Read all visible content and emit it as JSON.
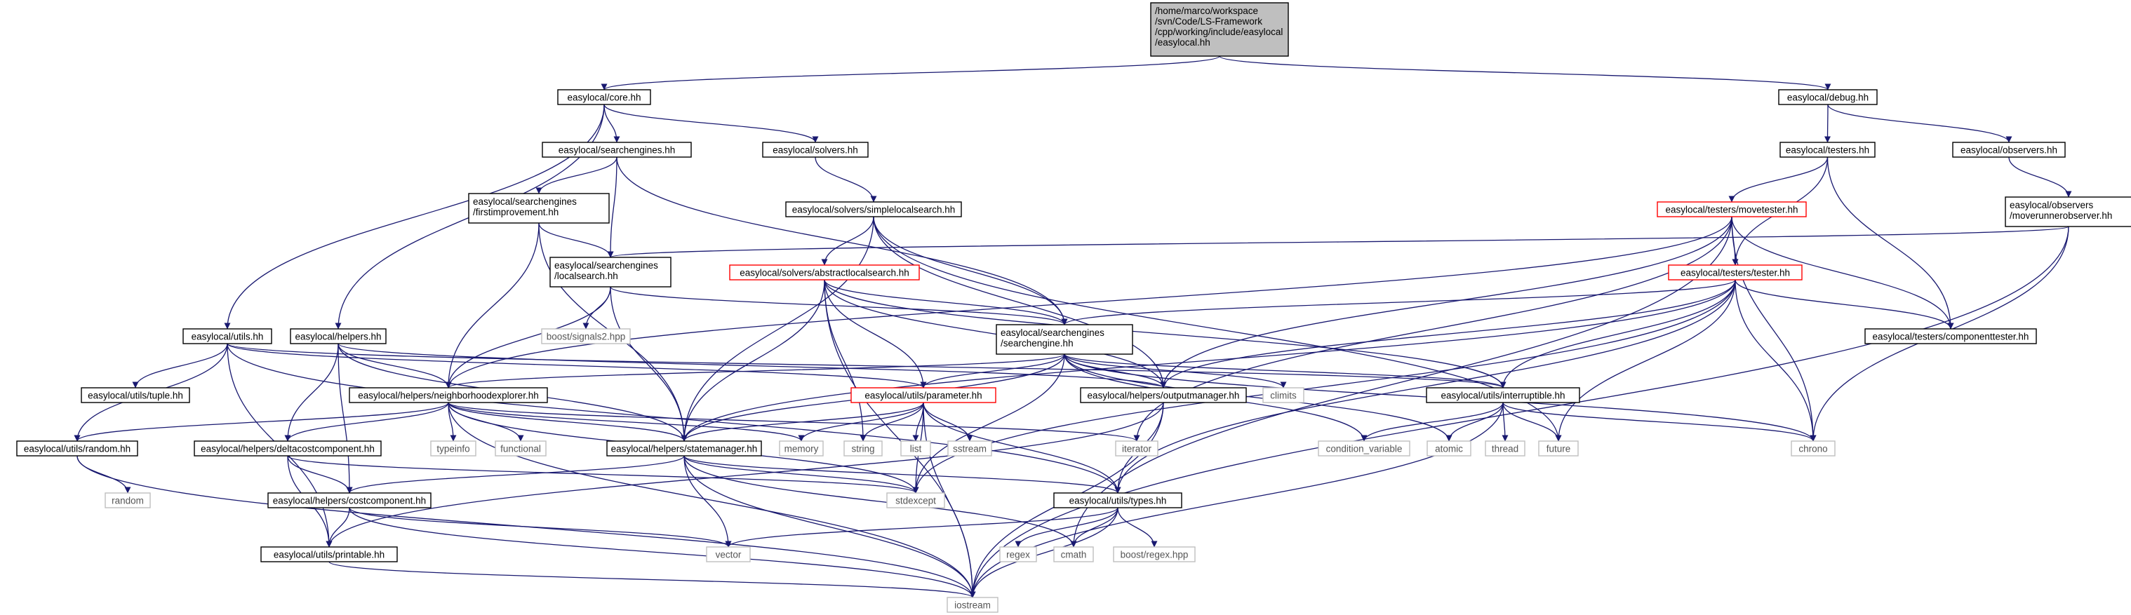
{
  "colors": {
    "edge": "#191970",
    "root_fill": "#bfbfbf",
    "linked_border": "#000000",
    "undocumented_border": "#ff0000",
    "system_border": "#bfbfbf",
    "system_text": "#555555"
  },
  "nodes": [
    {
      "id": "root",
      "kind": "root",
      "lines": [
        "/home/marco/workspace",
        "/svn/Code/LS-Framework",
        "/cpp/working/include/easylocal",
        "/easylocal.hh"
      ]
    },
    {
      "id": "core",
      "kind": "linked",
      "lines": [
        "easylocal/core.hh"
      ]
    },
    {
      "id": "debug",
      "kind": "linked",
      "lines": [
        "easylocal/debug.hh"
      ]
    },
    {
      "id": "searchengines",
      "kind": "linked",
      "lines": [
        "easylocal/searchengines.hh"
      ]
    },
    {
      "id": "solvers",
      "kind": "linked",
      "lines": [
        "easylocal/solvers.hh"
      ]
    },
    {
      "id": "testers",
      "kind": "linked",
      "lines": [
        "easylocal/testers.hh"
      ]
    },
    {
      "id": "observers",
      "kind": "linked",
      "lines": [
        "easylocal/observers.hh"
      ]
    },
    {
      "id": "firstimprovement",
      "kind": "linked",
      "lines": [
        "easylocal/searchengines",
        "/firstimprovement.hh"
      ]
    },
    {
      "id": "simplelocalsearch",
      "kind": "linked",
      "lines": [
        "easylocal/solvers/simplelocalsearch.hh"
      ]
    },
    {
      "id": "movetester",
      "kind": "undocumented",
      "lines": [
        "easylocal/testers/movetester.hh"
      ]
    },
    {
      "id": "moverunnerobserver",
      "kind": "linked",
      "lines": [
        "easylocal/observers",
        "/moverunnerobserver.hh"
      ]
    },
    {
      "id": "localsearch",
      "kind": "linked",
      "lines": [
        "easylocal/searchengines",
        "/localsearch.hh"
      ]
    },
    {
      "id": "abstractlocalsearch",
      "kind": "undocumented",
      "lines": [
        "easylocal/solvers/abstractlocalsearch.hh"
      ]
    },
    {
      "id": "tester",
      "kind": "undocumented",
      "lines": [
        "easylocal/testers/tester.hh"
      ]
    },
    {
      "id": "utils",
      "kind": "linked",
      "lines": [
        "easylocal/utils.hh"
      ]
    },
    {
      "id": "helpers",
      "kind": "linked",
      "lines": [
        "easylocal/helpers.hh"
      ]
    },
    {
      "id": "boostsignals",
      "kind": "system",
      "lines": [
        "boost/signals2.hpp"
      ]
    },
    {
      "id": "searchengine",
      "kind": "linked",
      "lines": [
        "easylocal/searchengines",
        "/searchengine.hh"
      ]
    },
    {
      "id": "componenttester",
      "kind": "linked",
      "lines": [
        "easylocal/testers/componenttester.hh"
      ]
    },
    {
      "id": "tuple",
      "kind": "linked",
      "lines": [
        "easylocal/utils/tuple.hh"
      ]
    },
    {
      "id": "neighborhoodexplorer",
      "kind": "linked",
      "lines": [
        "easylocal/helpers/neighborhoodexplorer.hh"
      ]
    },
    {
      "id": "parameter",
      "kind": "undocumented",
      "lines": [
        "easylocal/utils/parameter.hh"
      ]
    },
    {
      "id": "outputmanager",
      "kind": "linked",
      "lines": [
        "easylocal/helpers/outputmanager.hh"
      ]
    },
    {
      "id": "climits",
      "kind": "system",
      "lines": [
        "climits"
      ]
    },
    {
      "id": "interruptible",
      "kind": "linked",
      "lines": [
        "easylocal/utils/interruptible.hh"
      ]
    },
    {
      "id": "random_hh",
      "kind": "linked",
      "lines": [
        "easylocal/utils/random.hh"
      ]
    },
    {
      "id": "deltacostcomponent",
      "kind": "linked",
      "lines": [
        "easylocal/helpers/deltacostcomponent.hh"
      ]
    },
    {
      "id": "typeinfo",
      "kind": "system",
      "lines": [
        "typeinfo"
      ]
    },
    {
      "id": "functional",
      "kind": "system",
      "lines": [
        "functional"
      ]
    },
    {
      "id": "statemanager",
      "kind": "linked",
      "lines": [
        "easylocal/helpers/statemanager.hh"
      ]
    },
    {
      "id": "memory",
      "kind": "system",
      "lines": [
        "memory"
      ]
    },
    {
      "id": "string",
      "kind": "system",
      "lines": [
        "string"
      ]
    },
    {
      "id": "list",
      "kind": "system",
      "lines": [
        "list"
      ]
    },
    {
      "id": "sstream",
      "kind": "system",
      "lines": [
        "sstream"
      ]
    },
    {
      "id": "iterator",
      "kind": "system",
      "lines": [
        "iterator"
      ]
    },
    {
      "id": "condition_variable",
      "kind": "system",
      "lines": [
        "condition_variable"
      ]
    },
    {
      "id": "atomic",
      "kind": "system",
      "lines": [
        "atomic"
      ]
    },
    {
      "id": "thread",
      "kind": "system",
      "lines": [
        "thread"
      ]
    },
    {
      "id": "future",
      "kind": "system",
      "lines": [
        "future"
      ]
    },
    {
      "id": "chrono",
      "kind": "system",
      "lines": [
        "chrono"
      ]
    },
    {
      "id": "random",
      "kind": "system",
      "lines": [
        "random"
      ]
    },
    {
      "id": "costcomponent",
      "kind": "linked",
      "lines": [
        "easylocal/helpers/costcomponent.hh"
      ]
    },
    {
      "id": "stdexcept",
      "kind": "system",
      "lines": [
        "stdexcept"
      ]
    },
    {
      "id": "types",
      "kind": "linked",
      "lines": [
        "easylocal/utils/types.hh"
      ]
    },
    {
      "id": "vector",
      "kind": "system",
      "lines": [
        "vector"
      ]
    },
    {
      "id": "regex",
      "kind": "system",
      "lines": [
        "regex"
      ]
    },
    {
      "id": "cmath",
      "kind": "system",
      "lines": [
        "cmath"
      ]
    },
    {
      "id": "boostregex",
      "kind": "system",
      "lines": [
        "boost/regex.hpp"
      ]
    },
    {
      "id": "printable",
      "kind": "linked",
      "lines": [
        "easylocal/utils/printable.hh"
      ]
    },
    {
      "id": "iostream",
      "kind": "system",
      "lines": [
        "iostream"
      ]
    }
  ],
  "edges": [
    [
      "root",
      "core"
    ],
    [
      "root",
      "debug"
    ],
    [
      "core",
      "searchengines"
    ],
    [
      "core",
      "solvers"
    ],
    [
      "core",
      "utils"
    ],
    [
      "core",
      "helpers"
    ],
    [
      "debug",
      "testers"
    ],
    [
      "debug",
      "observers"
    ],
    [
      "searchengines",
      "firstimprovement"
    ],
    [
      "searchengines",
      "localsearch"
    ],
    [
      "searchengines",
      "searchengine"
    ],
    [
      "solvers",
      "simplelocalsearch"
    ],
    [
      "testers",
      "movetester"
    ],
    [
      "testers",
      "tester"
    ],
    [
      "testers",
      "componenttester"
    ],
    [
      "observers",
      "moverunnerobserver"
    ],
    [
      "firstimprovement",
      "localsearch"
    ],
    [
      "firstimprovement",
      "neighborhoodexplorer"
    ],
    [
      "firstimprovement",
      "statemanager"
    ],
    [
      "simplelocalsearch",
      "abstractlocalsearch"
    ],
    [
      "simplelocalsearch",
      "searchengine"
    ],
    [
      "simplelocalsearch",
      "statemanager"
    ],
    [
      "simplelocalsearch",
      "outputmanager"
    ],
    [
      "simplelocalsearch",
      "future"
    ],
    [
      "movetester",
      "tester"
    ],
    [
      "movetester",
      "componenttester"
    ],
    [
      "movetester",
      "neighborhoodexplorer"
    ],
    [
      "movetester",
      "outputmanager"
    ],
    [
      "movetester",
      "iterator"
    ],
    [
      "movetester",
      "chrono"
    ],
    [
      "movetester",
      "cmath"
    ],
    [
      "moverunnerobserver",
      "localsearch"
    ],
    [
      "moverunnerobserver",
      "chrono"
    ],
    [
      "moverunnerobserver",
      "iostream"
    ],
    [
      "localsearch",
      "searchengine"
    ],
    [
      "localsearch",
      "neighborhoodexplorer"
    ],
    [
      "localsearch",
      "statemanager"
    ],
    [
      "localsearch",
      "boostsignals"
    ],
    [
      "abstractlocalsearch",
      "searchengine"
    ],
    [
      "abstractlocalsearch",
      "parameter"
    ],
    [
      "abstractlocalsearch",
      "statemanager"
    ],
    [
      "abstractlocalsearch",
      "interruptible"
    ],
    [
      "abstractlocalsearch",
      "outputmanager"
    ],
    [
      "abstractlocalsearch",
      "string"
    ],
    [
      "abstractlocalsearch",
      "iostream"
    ],
    [
      "tester",
      "searchengine"
    ],
    [
      "tester",
      "componenttester"
    ],
    [
      "tester",
      "statemanager"
    ],
    [
      "tester",
      "outputmanager"
    ],
    [
      "tester",
      "interruptible"
    ],
    [
      "tester",
      "future"
    ],
    [
      "tester",
      "chrono"
    ],
    [
      "tester",
      "stdexcept"
    ],
    [
      "tester",
      "types"
    ],
    [
      "utils",
      "tuple"
    ],
    [
      "utils",
      "random_hh"
    ],
    [
      "utils",
      "printable"
    ],
    [
      "utils",
      "parameter"
    ],
    [
      "utils",
      "interruptible"
    ],
    [
      "utils",
      "types"
    ],
    [
      "helpers",
      "neighborhoodexplorer"
    ],
    [
      "helpers",
      "deltacostcomponent"
    ],
    [
      "helpers",
      "costcomponent"
    ],
    [
      "helpers",
      "statemanager"
    ],
    [
      "helpers",
      "outputmanager"
    ],
    [
      "searchengine",
      "parameter"
    ],
    [
      "searchengine",
      "statemanager"
    ],
    [
      "searchengine",
      "neighborhoodexplorer"
    ],
    [
      "searchengine",
      "interruptible"
    ],
    [
      "searchengine",
      "outputmanager"
    ],
    [
      "searchengine",
      "climits"
    ],
    [
      "searchengine",
      "condition_variable"
    ],
    [
      "searchengine",
      "atomic"
    ],
    [
      "searchengine",
      "chrono"
    ],
    [
      "searchengine",
      "stdexcept"
    ],
    [
      "neighborhoodexplorer",
      "random_hh"
    ],
    [
      "neighborhoodexplorer",
      "deltacostcomponent"
    ],
    [
      "neighborhoodexplorer",
      "typeinfo"
    ],
    [
      "neighborhoodexplorer",
      "functional"
    ],
    [
      "neighborhoodexplorer",
      "statemanager"
    ],
    [
      "neighborhoodexplorer",
      "memory"
    ],
    [
      "neighborhoodexplorer",
      "iterator"
    ],
    [
      "neighborhoodexplorer",
      "stdexcept"
    ],
    [
      "neighborhoodexplorer",
      "iostream"
    ],
    [
      "parameter",
      "statemanager"
    ],
    [
      "parameter",
      "memory"
    ],
    [
      "parameter",
      "string"
    ],
    [
      "parameter",
      "list"
    ],
    [
      "parameter",
      "sstream"
    ],
    [
      "parameter",
      "stdexcept"
    ],
    [
      "parameter",
      "types"
    ],
    [
      "parameter",
      "iostream"
    ],
    [
      "outputmanager",
      "types"
    ],
    [
      "outputmanager",
      "printable"
    ],
    [
      "outputmanager",
      "iostream"
    ],
    [
      "interruptible",
      "condition_variable"
    ],
    [
      "interruptible",
      "atomic"
    ],
    [
      "interruptible",
      "thread"
    ],
    [
      "interruptible",
      "future"
    ],
    [
      "interruptible",
      "chrono"
    ],
    [
      "interruptible",
      "iostream"
    ],
    [
      "random_hh",
      "random"
    ],
    [
      "random_hh",
      "iostream"
    ],
    [
      "deltacostcomponent",
      "costcomponent"
    ],
    [
      "deltacostcomponent",
      "printable"
    ],
    [
      "deltacostcomponent",
      "stdexcept"
    ],
    [
      "statemanager",
      "costcomponent"
    ],
    [
      "statemanager",
      "stdexcept"
    ],
    [
      "statemanager",
      "vector"
    ],
    [
      "statemanager",
      "types"
    ],
    [
      "statemanager",
      "cmath"
    ],
    [
      "statemanager",
      "iostream"
    ],
    [
      "costcomponent",
      "printable"
    ],
    [
      "costcomponent",
      "vector"
    ],
    [
      "costcomponent",
      "iostream"
    ],
    [
      "types",
      "vector"
    ],
    [
      "types",
      "regex"
    ],
    [
      "types",
      "cmath"
    ],
    [
      "types",
      "boostregex"
    ],
    [
      "types",
      "iostream"
    ],
    [
      "printable",
      "iostream"
    ]
  ]
}
